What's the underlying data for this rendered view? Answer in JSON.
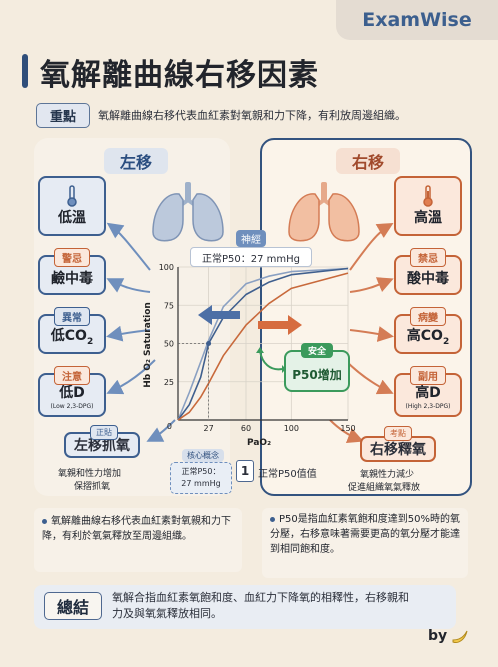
{
  "brand": "ExamWise",
  "title": "氧解離曲線右移因素",
  "key": {
    "tag": "重點",
    "text": "氧解離曲線右移代表血紅素對氧親和力下降，有利放周邊組織。"
  },
  "left": {
    "heading": "左移",
    "cards": [
      {
        "main": "低溫",
        "pill": ""
      },
      {
        "main": "鹼中毒",
        "pill": "警忌"
      },
      {
        "main": "低CO",
        "sub2": "2",
        "pill": "異常"
      },
      {
        "main": "低D",
        "sub": "(Low 2,3-DPG)",
        "pill": "注意"
      }
    ],
    "result_pill": "正貼",
    "result": "左移抓氧",
    "note1": "氧親和性力增加",
    "note2": "保摺抓氧"
  },
  "right": {
    "heading": "右移",
    "cards": [
      {
        "main": "高溫",
        "pill": ""
      },
      {
        "main": "酸中毒",
        "pill": "禁忌"
      },
      {
        "main": "高CO",
        "sub2": "2",
        "pill": "病變"
      },
      {
        "main": "高D",
        "sub": "(High 2,3-DPG)",
        "pill": "副用"
      }
    ],
    "result_pill": "考點",
    "result": "右移釋氧",
    "note1": "氧親性力減少",
    "note2": "促進組織氧氣釋放"
  },
  "center": {
    "nerve_tag": "神經",
    "p50_label": "正常P50：27 mmHg",
    "safe_tag": "安全",
    "safe_text": "P50增加",
    "core_tag": "核心概念",
    "core_text1": "正常P50：",
    "core_text2": "27 mmHg",
    "num": "1",
    "num_text": "正常P50值值"
  },
  "chart_data": {
    "type": "line",
    "ylabel": "Hb O₂ Saturation",
    "xlabel": "PaO₂",
    "xlim": [
      0,
      150
    ],
    "ylim": [
      0,
      100
    ],
    "xticks": [
      27,
      60,
      100,
      150
    ],
    "yticks": [
      25,
      50,
      75,
      100
    ],
    "origin_label": "0",
    "series": [
      {
        "color": "#8aa0c2",
        "x": [
          0,
          10,
          20,
          27,
          40,
          60,
          80,
          100,
          150
        ],
        "y": [
          0,
          18,
          38,
          52,
          74,
          89,
          94,
          97,
          99
        ]
      },
      {
        "color": "#3f5f8e",
        "x": [
          0,
          10,
          20,
          27,
          40,
          60,
          80,
          100,
          150
        ],
        "y": [
          0,
          10,
          28,
          50,
          67,
          82,
          90,
          95,
          99
        ]
      },
      {
        "color": "#c8693b",
        "x": [
          0,
          10,
          20,
          27,
          40,
          60,
          80,
          100,
          150
        ],
        "y": [
          0,
          5,
          15,
          24,
          42,
          62,
          76,
          86,
          96
        ]
      }
    ],
    "marker": {
      "x": 27,
      "y": 50
    }
  },
  "bullets": {
    "left": "氧解離曲線右移代表血紅素對氧親和力下降，有利於氧氣釋放至周邊組織。",
    "right": "P50是指血紅素氧飽和度達到50%時的氧分壓，右移意味著需要更高的氧分壓才能達到相同飽和度。"
  },
  "summary": {
    "tag": "總結",
    "text": "氧解合指血紅素氧飽和度、血紅力下降氧的相釋性，右移親和力及與氧氣釋放相同。"
  },
  "footer": "by"
}
